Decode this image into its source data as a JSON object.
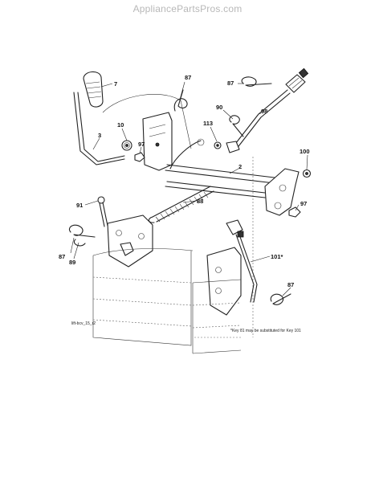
{
  "watermark": "AppliancePartsPros.com",
  "diagram_code": "lift-bcv_15_r2",
  "footnote": "*Key 81 may be substituted for Key 101",
  "callouts": {
    "c7": "7",
    "c87_top": "87",
    "c87_upper": "87",
    "c98": "98",
    "c90": "90",
    "c10": "10",
    "c113": "113",
    "c97_left": "97",
    "c100": "100",
    "c3": "3",
    "c2": "2",
    "c88": "88",
    "c91": "91",
    "c97_right": "97",
    "c87_left": "87",
    "c89": "89",
    "c101": "101*",
    "c87_bottom": "87"
  }
}
